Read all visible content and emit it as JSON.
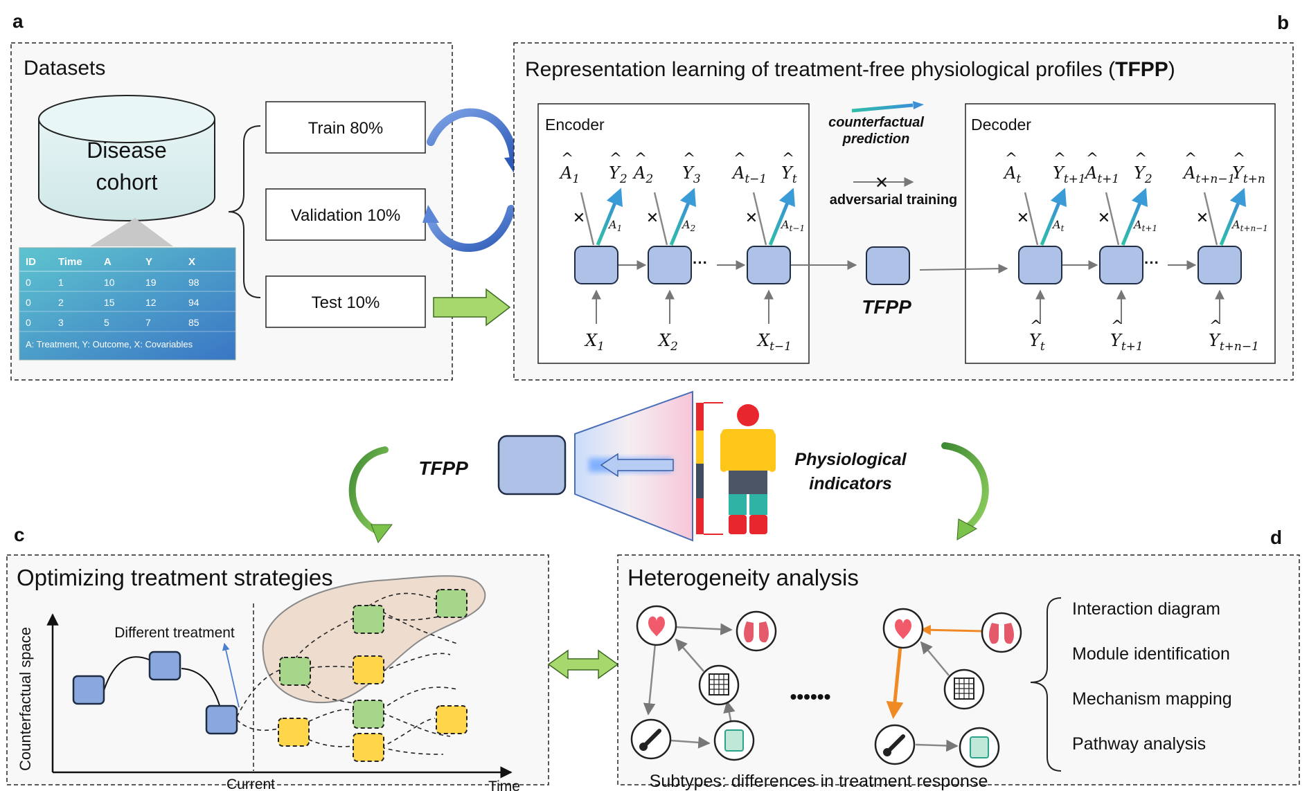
{
  "panel_letters": {
    "a": "a",
    "b": "b",
    "c": "c",
    "d": "d"
  },
  "panel_a": {
    "title": "Datasets",
    "cylinder_line1": "Disease",
    "cylinder_line2": "cohort",
    "splits": [
      "Train 80%",
      "Validation 10%",
      "Test 10%"
    ],
    "table": {
      "headers": [
        "ID",
        "Time",
        "A",
        "Y",
        "X"
      ],
      "rows": [
        [
          "0",
          "1",
          "10",
          "19",
          "98"
        ],
        [
          "0",
          "2",
          "15",
          "12",
          "94"
        ],
        [
          "0",
          "3",
          "5",
          "7",
          "85"
        ]
      ],
      "caption": "A: Treatment, Y: Outcome, X: Covariables"
    }
  },
  "panel_b": {
    "title_prefix": "Representation learning of treatment-free physiological profiles (",
    "title_bold": "TFPP",
    "title_suffix": ")",
    "encoder_label": "Encoder",
    "decoder_label": "Decoder",
    "legend_line1": "counterfactual",
    "legend_line2": "prediction",
    "legend_adversarial": "adversarial training",
    "tfpp_label": "TFPP",
    "ellipsis": "···",
    "encoder_columns": [
      {
        "a_base": "A",
        "a_sub": "1",
        "y_base": "Y",
        "y_sub": "2",
        "arrow_sub": "1",
        "x_base": "X",
        "x_sub": "1"
      },
      {
        "a_base": "A",
        "a_sub": "2",
        "y_base": "Y",
        "y_sub": "3",
        "arrow_sub": "2",
        "x_base": "X",
        "x_sub": "2"
      },
      {
        "a_base": "A",
        "a_sub": "t−1",
        "y_base": "Y",
        "y_sub": "t",
        "arrow_sub": "t−1",
        "x_base": "X",
        "x_sub": "t−1"
      }
    ],
    "decoder_columns": [
      {
        "a_base": "A",
        "a_sub": "t",
        "y_base": "Y",
        "y_sub": "t+1",
        "arrow_sub": "t",
        "x_base": "Y",
        "x_sub": "t"
      },
      {
        "a_base": "A",
        "a_sub": "t+1",
        "y_base": "Y",
        "y_sub": "2",
        "arrow_sub": "t+1",
        "x_base": "Y",
        "x_sub": "t+1"
      },
      {
        "a_base": "A",
        "a_sub": "t+n−1",
        "y_base": "Y",
        "y_sub": "t+n",
        "arrow_sub": "t+n−1",
        "x_base": "Y",
        "x_sub": "t+n−1"
      }
    ]
  },
  "middle": {
    "tfpp_label": "TFPP",
    "indicators_line1": "Physiological",
    "indicators_line2": "indicators"
  },
  "panel_c": {
    "title": "Optimizing treatment strategies",
    "y_axis_label": "Counterfactual space",
    "annotation": "Different treatment",
    "x_current": "Current",
    "x_time": "Time"
  },
  "panel_d": {
    "title": "Heterogeneity analysis",
    "ellipsis": "••••••",
    "caption": "Subtypes: differences in treatment response",
    "items": [
      "Interaction diagram",
      "Module identification",
      "Mechanism mapping",
      "Pathway analysis"
    ]
  },
  "colors": {
    "node_fill": "#aec2e8",
    "node_stroke": "#1f2d44",
    "teal_arrow": "#2fbfa8",
    "blue_arrow": "#3a7bd5",
    "curved_arrow_blue": "#3f6fc7",
    "green_arrow": "#7ac24a",
    "panel_bg": "#f8f8f8",
    "cylinder_fill": "#dcefef",
    "table_fill": "#4aa8c8",
    "green_node": "#a6d68a",
    "yellow_node": "#ffd64a",
    "orange_edge": "#f08a24",
    "cloud_fill": "#eedccf"
  }
}
